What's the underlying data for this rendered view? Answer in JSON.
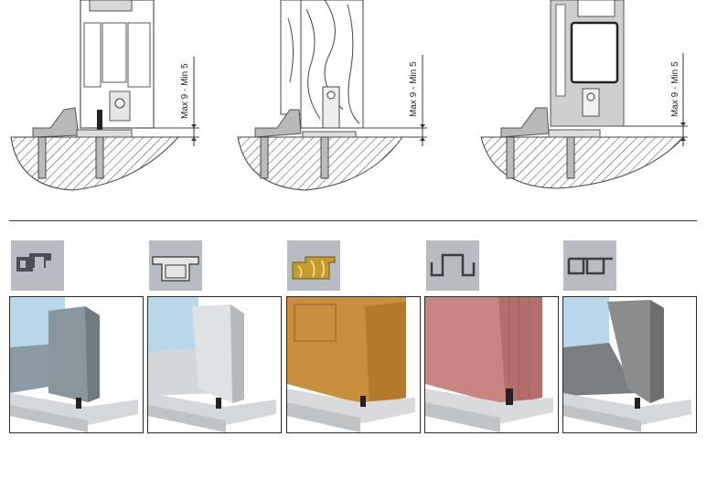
{
  "diagram": {
    "cross_sections": [
      {
        "id": "aluminium-door",
        "material": "aluminium",
        "dimension_label": "Max 9 - Min 5"
      },
      {
        "id": "wooden-door",
        "material": "wood",
        "dimension_label": "Max 9 - Min 5"
      },
      {
        "id": "pvc-door",
        "material": "pvc",
        "dimension_label": "Max 9 - Min 5"
      }
    ],
    "profiles": [
      {
        "id": "aluminium-profile",
        "icon": "aluminium-profile-icon",
        "render_color": "#8e9aa3",
        "render": "blue-grey aluminium door frame with threshold seal"
      },
      {
        "id": "silver-profile",
        "icon": "thermal-break-profile-icon",
        "render_color": "#c8cdd0",
        "render": "silver aluminium door frame with threshold seal"
      },
      {
        "id": "wood-profile",
        "icon": "wood-profile-icon",
        "render_color": "#c98f3e",
        "render": "wooden door with threshold seal"
      },
      {
        "id": "steel-profile",
        "icon": "steel-u-profile-icon",
        "render_color": "#c98580",
        "render": "red steel door with threshold seal"
      },
      {
        "id": "pvc-profile",
        "icon": "pvc-profile-icon",
        "render_color": "#7b7e80",
        "render": "grey pvc door frame with threshold seal"
      }
    ]
  }
}
